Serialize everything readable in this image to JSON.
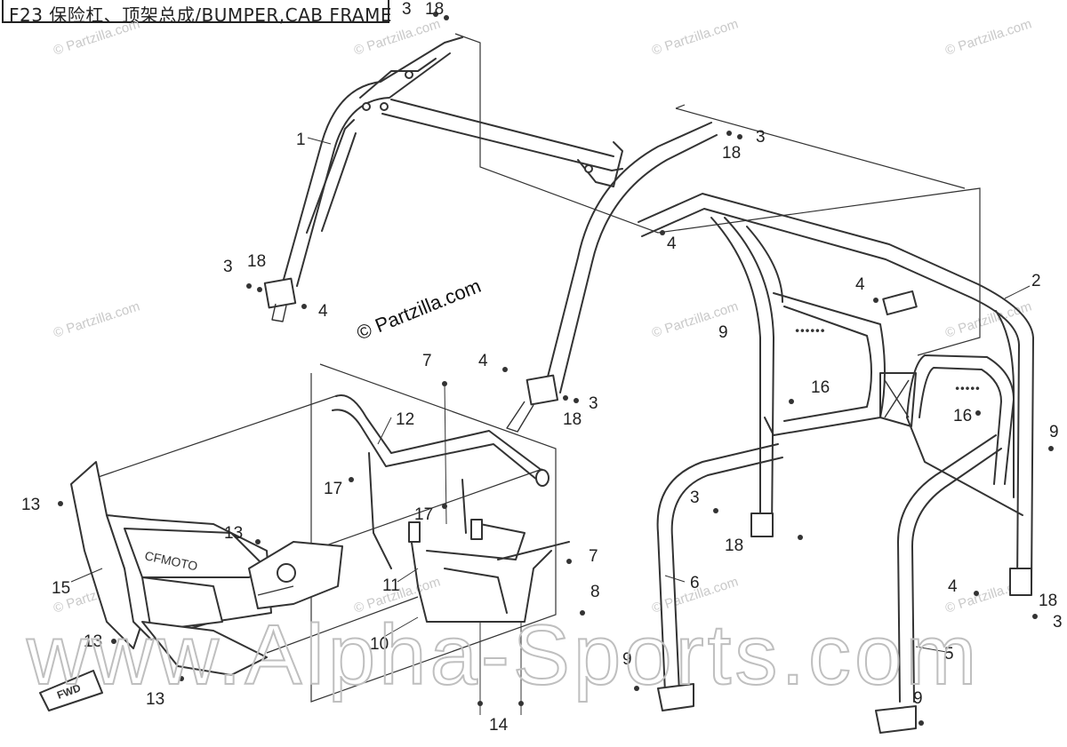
{
  "diagram": {
    "title": "F23 保险杠、顶架总成/BUMPER,CAB FRAME",
    "center_watermark": "© Partzilla.com",
    "faint_watermark": "© Partzilla.com",
    "big_watermark": "www.Alpha-Sports.com",
    "fwd_label": "FWD",
    "logo_text": "CFMOTO"
  },
  "callouts": [
    "1",
    "2",
    "3",
    "4",
    "5",
    "6",
    "7",
    "8",
    "9",
    "10",
    "11",
    "12",
    "13",
    "14",
    "15",
    "16",
    "17",
    "18"
  ]
}
